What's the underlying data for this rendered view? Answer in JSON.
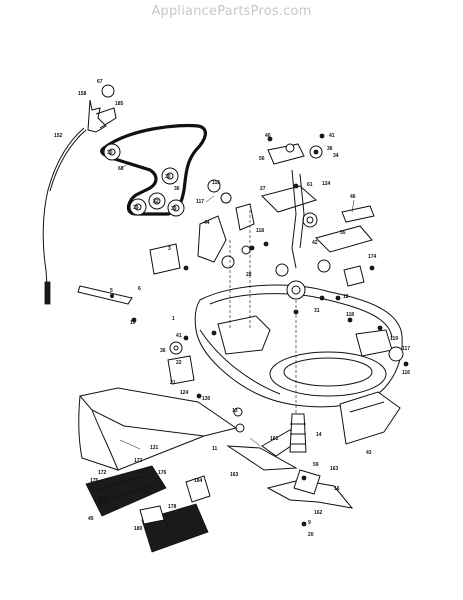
{
  "watermark": "AppliancePartsPros.com",
  "labels": [
    {
      "id": "l67",
      "text": "67"
    },
    {
      "id": "l158",
      "text": "158"
    },
    {
      "id": "l185",
      "text": "185"
    },
    {
      "id": "l152",
      "text": "152"
    },
    {
      "id": "l30a",
      "text": "30"
    },
    {
      "id": "l68",
      "text": "68"
    },
    {
      "id": "l30b",
      "text": "30"
    },
    {
      "id": "l39a",
      "text": "39"
    },
    {
      "id": "l32",
      "text": "32"
    },
    {
      "id": "l39b",
      "text": "39"
    },
    {
      "id": "l36a",
      "text": "36"
    },
    {
      "id": "l40",
      "text": "40"
    },
    {
      "id": "l41a",
      "text": "41"
    },
    {
      "id": "l36b",
      "text": "36"
    },
    {
      "id": "l56",
      "text": "56"
    },
    {
      "id": "l34",
      "text": "34"
    },
    {
      "id": "l124a",
      "text": "124"
    },
    {
      "id": "l61",
      "text": "61"
    },
    {
      "id": "l116a",
      "text": "116"
    },
    {
      "id": "l117a",
      "text": "117"
    },
    {
      "id": "l27",
      "text": "27"
    },
    {
      "id": "l46",
      "text": "46"
    },
    {
      "id": "l44",
      "text": "44"
    },
    {
      "id": "l42",
      "text": "42"
    },
    {
      "id": "l118a",
      "text": "118"
    },
    {
      "id": "l35",
      "text": "35"
    },
    {
      "id": "l174",
      "text": "174"
    },
    {
      "id": "l3",
      "text": "3"
    },
    {
      "id": "l5",
      "text": "5"
    },
    {
      "id": "l6",
      "text": "6"
    },
    {
      "id": "l28",
      "text": "28"
    },
    {
      "id": "l1",
      "text": "1"
    },
    {
      "id": "l31",
      "text": "31"
    },
    {
      "id": "l19",
      "text": "19"
    },
    {
      "id": "l18",
      "text": "18"
    },
    {
      "id": "l41b",
      "text": "41"
    },
    {
      "id": "l118b",
      "text": "118"
    },
    {
      "id": "l36c",
      "text": "36"
    },
    {
      "id": "l22",
      "text": "22"
    },
    {
      "id": "l119",
      "text": "119"
    },
    {
      "id": "l117b",
      "text": "117"
    },
    {
      "id": "l116b",
      "text": "116"
    },
    {
      "id": "l21",
      "text": "21"
    },
    {
      "id": "l124b",
      "text": "124"
    },
    {
      "id": "l130",
      "text": "130"
    },
    {
      "id": "l13",
      "text": "13"
    },
    {
      "id": "l131",
      "text": "131"
    },
    {
      "id": "l161",
      "text": "161"
    },
    {
      "id": "l14",
      "text": "14"
    },
    {
      "id": "l43",
      "text": "43"
    },
    {
      "id": "l11",
      "text": "11"
    },
    {
      "id": "l59",
      "text": "59"
    },
    {
      "id": "l163a",
      "text": "163"
    },
    {
      "id": "l16",
      "text": "16"
    },
    {
      "id": "l162",
      "text": "162"
    },
    {
      "id": "l9",
      "text": "9"
    },
    {
      "id": "l20",
      "text": "20"
    },
    {
      "id": "l172",
      "text": "172"
    },
    {
      "id": "l173",
      "text": "173"
    },
    {
      "id": "l175",
      "text": "175"
    },
    {
      "id": "l176",
      "text": "176"
    },
    {
      "id": "l178",
      "text": "178"
    },
    {
      "id": "l180",
      "text": "180"
    },
    {
      "id": "l184",
      "text": "184"
    },
    {
      "id": "l163b",
      "text": "163"
    },
    {
      "id": "l45",
      "text": "45"
    }
  ]
}
